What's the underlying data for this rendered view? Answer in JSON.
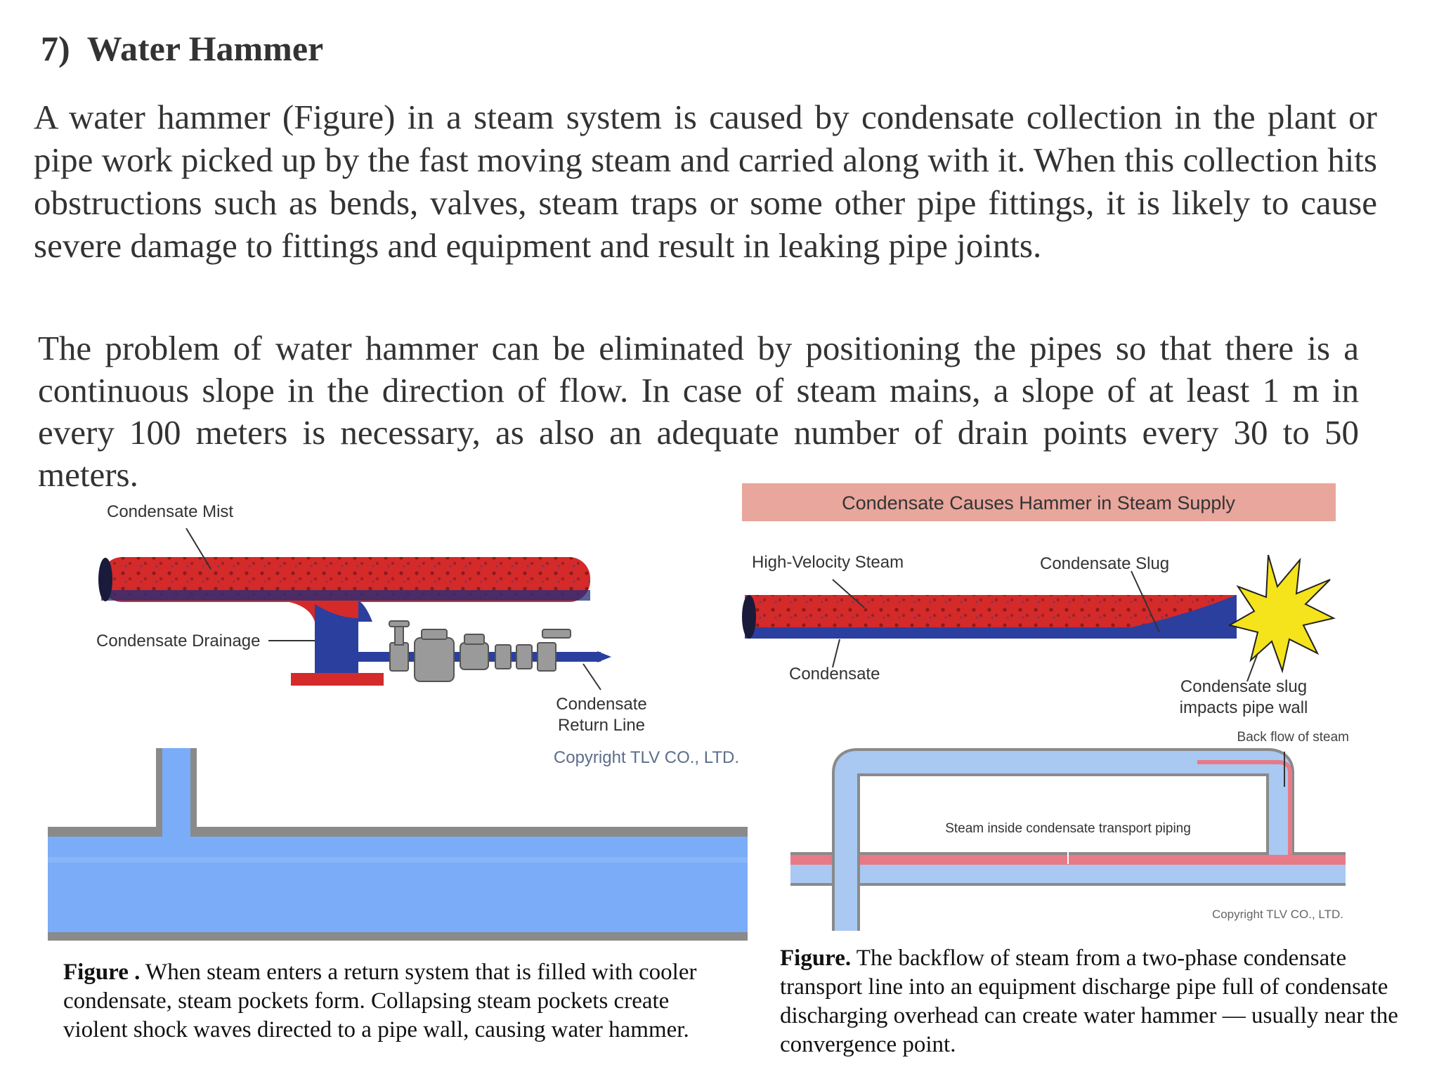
{
  "heading": {
    "number": "7)",
    "title": "Water Hammer"
  },
  "paragraphs": [
    "A water hammer (Figure) in a steam system is caused by condensate collection in the plant or pipe work picked up by the fast moving steam and carried along with it. When this collection hits obstructions such as bends, valves, steam traps or some other pipe fittings, it is likely to cause severe damage to fittings and equipment and result in leaking pipe joints.",
    "The problem of water hammer can be eliminated by positioning the pipes so that there is a continuous slope in the direction of flow. In case of steam mains, a slope of at least 1 m in every 100 meters is necessary, as also an adequate number of drain points every 30 to 50 meters."
  ],
  "figure_left": {
    "labels": {
      "condensate_mist": "Condensate Mist",
      "condensate_drainage": "Condensate Drainage",
      "return_line_1": "Condensate",
      "return_line_2": "Return Line",
      "copyright": "Copyright TLV CO., LTD."
    },
    "caption_lead": "Figure .",
    "caption_text": " When steam enters a return system that is filled with cooler condensate, steam pockets form. Collapsing steam pockets create violent shock waves directed to a pipe wall, causing water hammer."
  },
  "figure_right": {
    "banner": "Condensate Causes Hammer in Steam Supply",
    "labels": {
      "high_velocity_steam": "High-Velocity Steam",
      "condensate_slug": "Condensate Slug",
      "condensate": "Condensate",
      "impact_1": "Condensate slug",
      "impact_2": "impacts pipe wall",
      "back_flow": "Back flow of steam",
      "steam_inside": "Steam inside condensate transport piping",
      "copyright": "Copyright TLV CO., LTD."
    },
    "caption_lead": "Figure.",
    "caption_text": " The backflow of steam from a two-phase condensate transport line into an equipment discharge pipe full of condensate discharging overhead can create water hammer — usually near the convergence point."
  },
  "colors": {
    "steam_red": "#d42a2a",
    "condensate_blue": "#2b3f9e",
    "water_blue": "#7aacf7",
    "pipe_gray": "#8a8a8a",
    "banner_pink": "#e8a69c",
    "burst_yellow": "#f5e31c"
  }
}
